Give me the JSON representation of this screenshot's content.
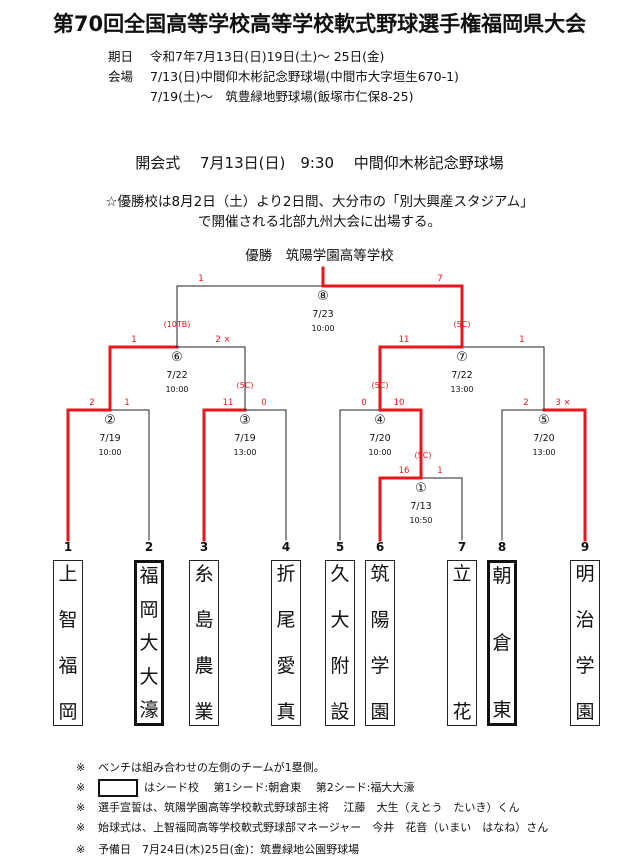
{
  "title": "第70回全国高等学校高等学校軟式野球選手権福岡県大会",
  "info": {
    "period_label": "期日",
    "period_value": "令和7年7月13日(日)19日(土)～ 25日(金)",
    "venue_label": "会場",
    "venue_line1": "7/13(日)中間仰木彬記念野球場(中間市大字垣生670-1)",
    "venue_line2": "7/19(土)～　筑豊緑地野球場(飯塚市仁保8-25)"
  },
  "ceremony": "開会式　 7月13日(日)　9:30　 中間仰木彬記念野球場",
  "note_line1": "☆優勝校は8月2日（土）より2日間、大分市の「別大興産スタジアム」",
  "note_line2": "で開催される北部九州大会に出場する。",
  "winner": "優勝　筑陽学園高等学校",
  "teams": [
    {
      "num": "1",
      "chars": [
        "上",
        "智",
        "福",
        "岡"
      ],
      "seed": false
    },
    {
      "num": "2",
      "chars": [
        "福",
        "岡",
        "大",
        "大",
        "濠"
      ],
      "seed": true
    },
    {
      "num": "3",
      "chars": [
        "糸",
        "島",
        "農",
        "業"
      ],
      "seed": false
    },
    {
      "num": "4",
      "chars": [
        "折",
        "尾",
        "愛",
        "真"
      ],
      "seed": false
    },
    {
      "num": "5",
      "chars": [
        "久",
        "大",
        "附",
        "設"
      ],
      "seed": false
    },
    {
      "num": "6",
      "chars": [
        "筑",
        "陽",
        "学",
        "園"
      ],
      "seed": false
    },
    {
      "num": "7",
      "chars": [
        "立",
        "花"
      ],
      "seed": false
    },
    {
      "num": "8",
      "chars": [
        "朝",
        "倉",
        "東"
      ],
      "seed": true
    },
    {
      "num": "9",
      "chars": [
        "明",
        "治",
        "学",
        "園"
      ],
      "seed": false
    }
  ],
  "games": {
    "g1": {
      "label": "①",
      "date": "7/13",
      "time": "10:50",
      "left_score": "16",
      "right_score": "1",
      "note": "(5C)"
    },
    "g2": {
      "label": "②",
      "date": "7/19",
      "time": "10:00",
      "left_score": "2",
      "right_score": "1"
    },
    "g3": {
      "label": "③",
      "date": "7/19",
      "time": "13:00",
      "left_score": "11",
      "right_score": "0",
      "note": "(5C)"
    },
    "g4": {
      "label": "④",
      "date": "7/20",
      "time": "10:00",
      "left_score": "0",
      "right_score": "10",
      "note": "(5C)"
    },
    "g5": {
      "label": "⑤",
      "date": "7/20",
      "time": "13:00",
      "left_score": "2",
      "right_score": "3 ×"
    },
    "g6": {
      "label": "⑥",
      "date": "7/22",
      "time": "10:00",
      "left_score": "1",
      "right_score": "2 ×",
      "note": "(10TB)"
    },
    "g7": {
      "label": "⑦",
      "date": "7/22",
      "time": "13:00",
      "left_score": "11",
      "right_score": "1",
      "note": "(5C)"
    },
    "g8": {
      "label": "⑧",
      "date": "7/23",
      "time": "10:00",
      "left_score": "1",
      "right_score": "7"
    }
  },
  "footnotes": {
    "mark": "※",
    "f1": "ベンチは組み合わせの左側のチームが1塁側。",
    "f2": "はシード校　 第1シード:朝倉東　 第2シード:福大大濠",
    "f3": "選手宣誓は、筑陽学園高等学校軟式野球部主将　 江藤　大生（えとう　たいき）くん",
    "f4": "始球式は、上智福岡高等学校軟式野球部マネージャー　今井　花音（いまい　はなね）さん",
    "f5": "予備日　7月24日(木)25日(金)：筑豊緑地公園野球場"
  },
  "colors": {
    "win_line": "#e8151b",
    "normal_line": "#222222",
    "text": "#111111"
  }
}
